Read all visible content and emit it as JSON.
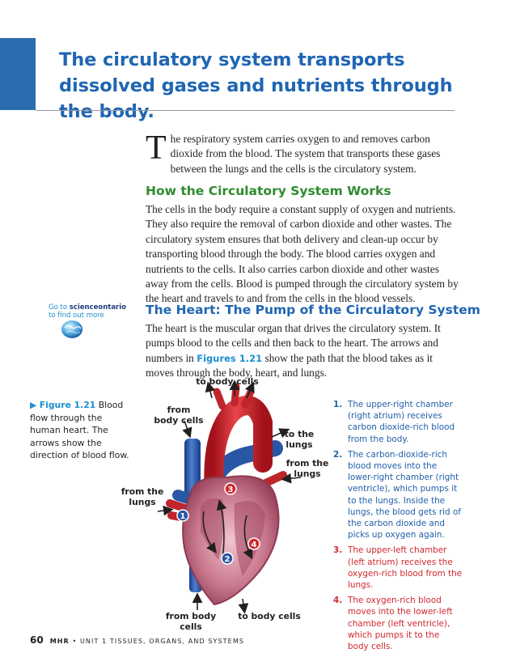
{
  "section_title": "The circulatory system transports dissolved gases and nutrients through the body.",
  "intro": {
    "dropcap": "T",
    "text": "he respiratory system carries oxygen to and removes carbon dioxide from the blood. The system that transports these gases between the lungs and the cells is the circulatory system."
  },
  "heading1": "How the Circulatory System Works",
  "paragraph1": "The cells in the body require a constant supply of oxygen and nutrients. They also require the removal of carbon dioxide and other wastes. The circulatory system ensures that both delivery and clean-up occur by transporting blood through the body. The blood carries oxygen and nutrients to the cells. It also carries carbon dioxide and other wastes away from the cells. Blood is pumped through the circulatory system by the heart and travels to and from the cells in the blood vessels.",
  "sidebar_link": {
    "prefix": "Go to ",
    "site": "scienceontario",
    "suffix": "to find out more"
  },
  "heading2": "The Heart: The Pump of the Circulatory System",
  "paragraph2": {
    "before": "The heart is the muscular organ that drives the circulatory system. It pumps blood to the cells and then back to the heart. The arrows and numbers in ",
    "figref": "Figures 1.21",
    "after": " show the path that the blood takes as it moves through the body, heart, and lungs."
  },
  "caption": {
    "marker": "▶",
    "fig": "Figure 1.21",
    "text": " Blood flow through the human heart. The arrows show the direction of blood flow."
  },
  "diagram_labels": {
    "top": "to body cells",
    "from_body_upper": "from body cells",
    "to_lungs": "to the lungs",
    "from_lungs_right": "from the lungs",
    "from_lungs_left": "from the lungs",
    "from_body_lower": "from body cells",
    "to_body_lower": "to body cells"
  },
  "markers": [
    "1",
    "2",
    "3",
    "4"
  ],
  "steps": [
    {
      "num": "1.",
      "text": "The upper-right chamber (right atrium) receives carbon dioxide-rich blood from the body.",
      "color": "blue"
    },
    {
      "num": "2.",
      "text": "The carbon-dioxide-rich blood moves into the lower-right chamber (right ventricle), which pumps it to the lungs. Inside the lungs, the blood gets rid of the carbon dioxide and picks up oxygen again.",
      "color": "blue"
    },
    {
      "num": "3.",
      "text": "The upper-left chamber (left atrium) receives the oxygen-rich blood from the lungs.",
      "color": "red"
    },
    {
      "num": "4.",
      "text": "The oxygen-rich blood moves into the lower-left chamber (left ventricle), which pumps it to the body cells.",
      "color": "red"
    }
  ],
  "footer": {
    "page": "60",
    "brand": "MHR",
    "bullet": "•",
    "unit": "UNIT 1 TISSUES, ORGANS, AND SYSTEMS"
  },
  "colors": {
    "title_blue": "#1f66b3",
    "heading_green": "#2e8b2e",
    "accent_cyan": "#1d8ed0",
    "artery_red": "#d0282e",
    "vein_blue": "#1f4fa0"
  }
}
